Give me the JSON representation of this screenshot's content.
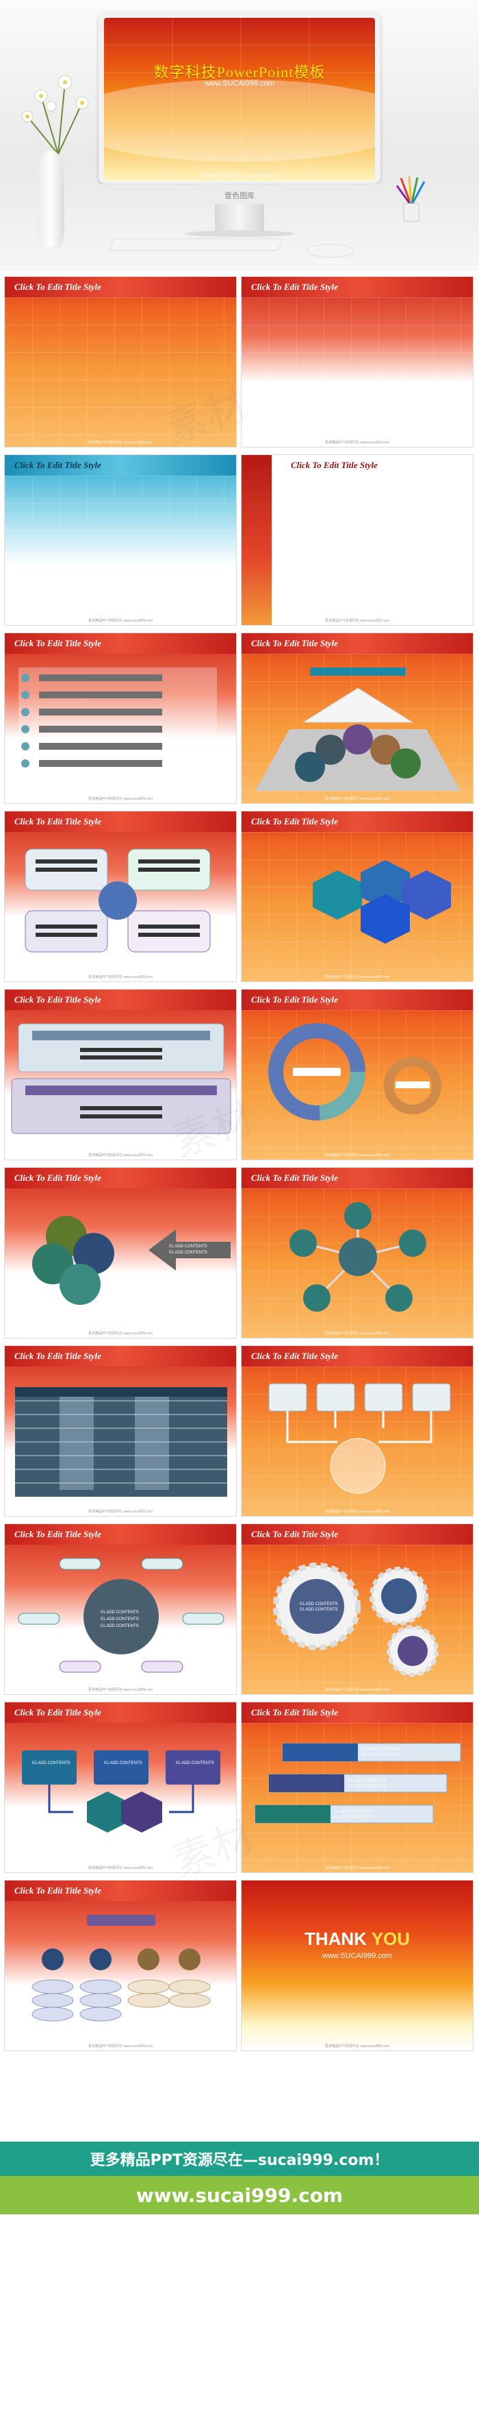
{
  "hero": {
    "screen_title": "数字科技PowerPoint模板",
    "screen_url": "www.SUCAI999.com",
    "screen_footer": "更多精品PPT资源尽在 www.sucai999.com",
    "monitor_caption": "壹色图库"
  },
  "slides": {
    "title": "Click To Edit Title Style",
    "footer": "更多精品PPT资源尽在 www.sucai999.com",
    "add_contents": "01.ADD CONTENTS",
    "thank_you_thank": "THANK",
    "thank_you_you": "YOU",
    "thank_you_url": "www.SUCAI999.com"
  },
  "banner": {
    "line1": "更多精品PPT资源尽在—sucai999.com！",
    "line2": "www.sucai999.com"
  },
  "colors": {
    "accent_red": "#d6331c",
    "accent_orange": "#f79a3b",
    "banner_teal": "#1fa08b",
    "banner_green": "#8ac13f"
  }
}
